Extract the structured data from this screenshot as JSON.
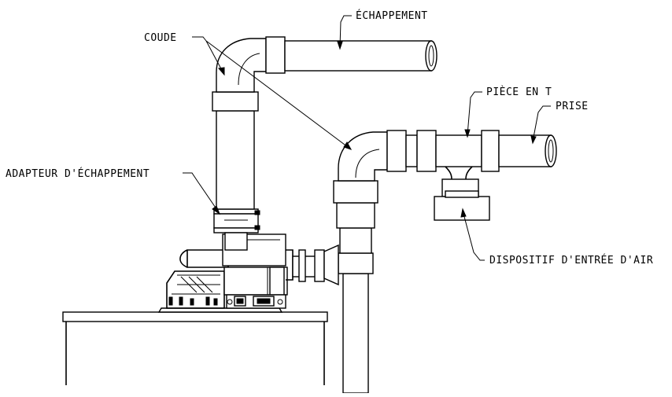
{
  "labels": {
    "exhaust": "ÉCHAPPEMENT",
    "elbow": "COUDE",
    "tee": "PIÈCE EN T",
    "intake": "PRISE",
    "exhaust_adapter": "ADAPTEUR D'ÉCHAPPEMENT",
    "air_intake_device": "DISPOSITIF D'ENTRÉE D'AIR"
  }
}
